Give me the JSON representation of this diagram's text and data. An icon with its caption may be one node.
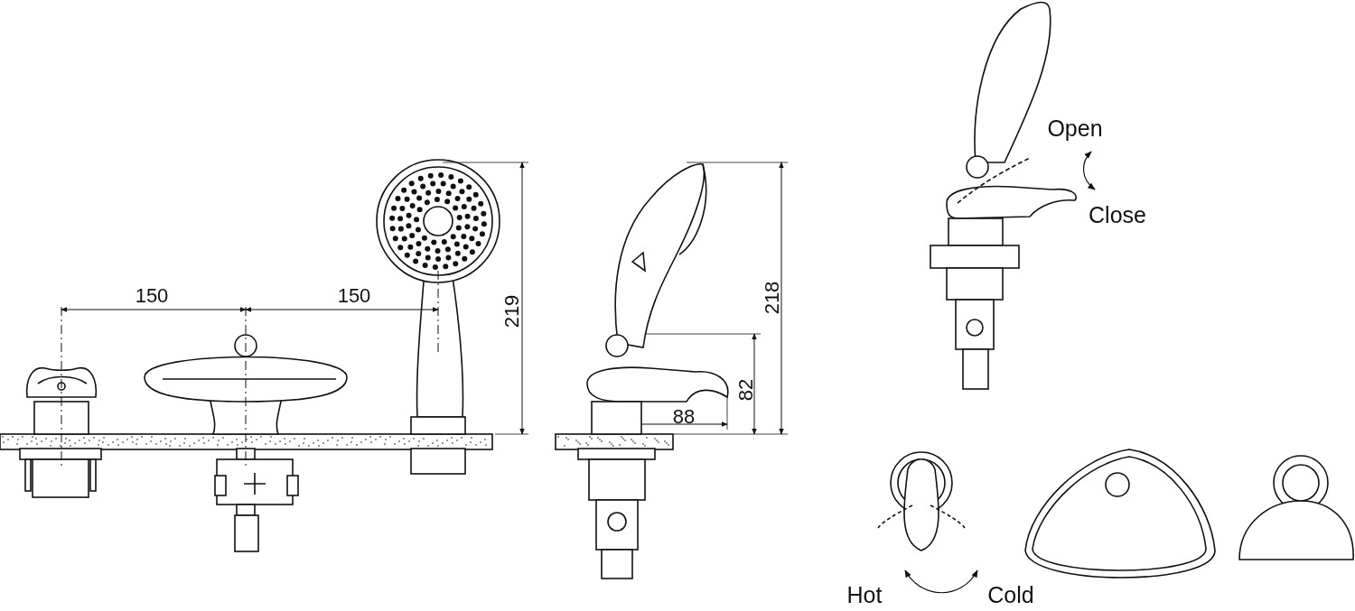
{
  "diagram": {
    "labels": [
      "150",
      "150",
      "219",
      "218",
      "82",
      "88",
      "Open",
      "Close",
      "Hot",
      "Cold"
    ]
  }
}
